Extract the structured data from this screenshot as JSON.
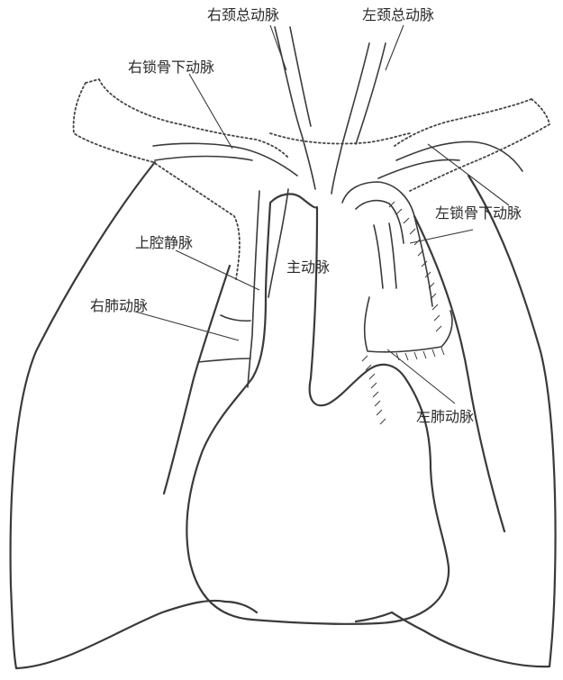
{
  "labels": {
    "right_common_carotid": "右颈总动脉",
    "left_common_carotid": "左颈总动脉",
    "right_subclavian": "右锁骨下动脉",
    "left_subclavian": "左锁骨下动脉",
    "superior_vena_cava": "上腔静脉",
    "aorta": "主动脉",
    "right_pulmonary_artery": "右肺动脉",
    "left_pulmonary_artery": "左肺动脉"
  }
}
